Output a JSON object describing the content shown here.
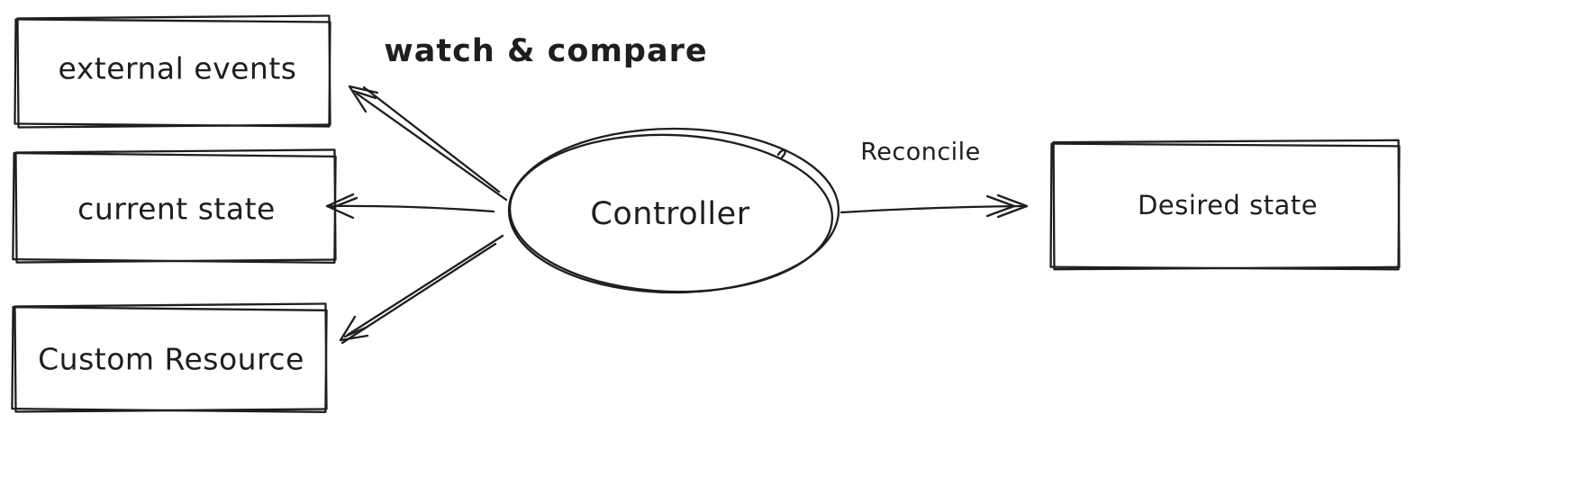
{
  "diagram": {
    "title": "controller reconcile loop sketch",
    "nodes": {
      "external_events": {
        "label": "external events"
      },
      "current_state": {
        "label": "current state"
      },
      "custom_resource": {
        "label": "Custom Resource"
      },
      "controller": {
        "label": "Controller"
      },
      "desired_state": {
        "label": "Desired state"
      }
    },
    "edges": {
      "watch_compare": {
        "label": "watch & compare"
      },
      "reconcile": {
        "label": "Reconcile"
      }
    },
    "colors": {
      "stroke": "#1e1e1e",
      "background": "#ffffff"
    }
  }
}
